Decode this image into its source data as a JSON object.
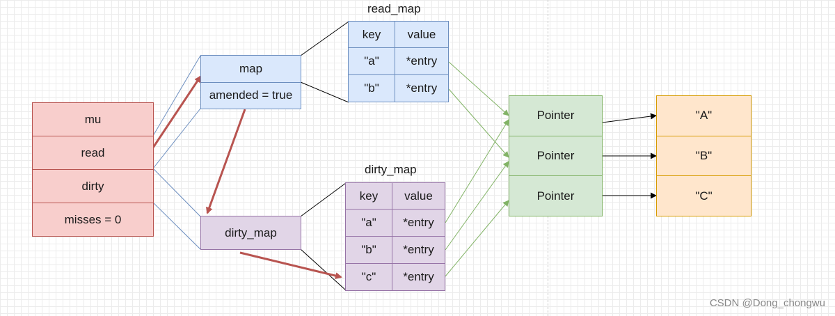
{
  "struct": {
    "fields": [
      "mu",
      "read",
      "dirty",
      "misses =  0"
    ]
  },
  "read_struct": {
    "fields": [
      "map",
      "amended = true"
    ]
  },
  "dirty_box": {
    "label": "dirty_map"
  },
  "read_map": {
    "title": "read_map",
    "headers": [
      "key",
      "value"
    ],
    "rows": [
      [
        "\"a\"",
        "*entry"
      ],
      [
        "\"b\"",
        "*entry"
      ]
    ]
  },
  "dirty_map": {
    "title": "dirty_map",
    "headers": [
      "key",
      "value"
    ],
    "rows": [
      [
        "\"a\"",
        "*entry"
      ],
      [
        "\"b\"",
        "*entry"
      ],
      [
        "\"c\"",
        "*entry"
      ]
    ]
  },
  "pointers": [
    "Pointer",
    "Pointer",
    "Pointer"
  ],
  "values": [
    "\"A\"",
    "\"B\"",
    "\"C\""
  ],
  "watermark": "CSDN @Dong_chongwu",
  "colors": {
    "struct_fill": "#f8cecc",
    "struct_stroke": "#b85450",
    "blue_fill": "#dae8fc",
    "blue_stroke": "#6c8ebf",
    "purple_fill": "#e1d5e7",
    "purple_stroke": "#9673a6",
    "green_fill": "#d5e8d4",
    "green_stroke": "#82b366",
    "orange_fill": "#ffe6cc",
    "orange_stroke": "#d79b00",
    "highlight_arrow": "#b85450"
  }
}
